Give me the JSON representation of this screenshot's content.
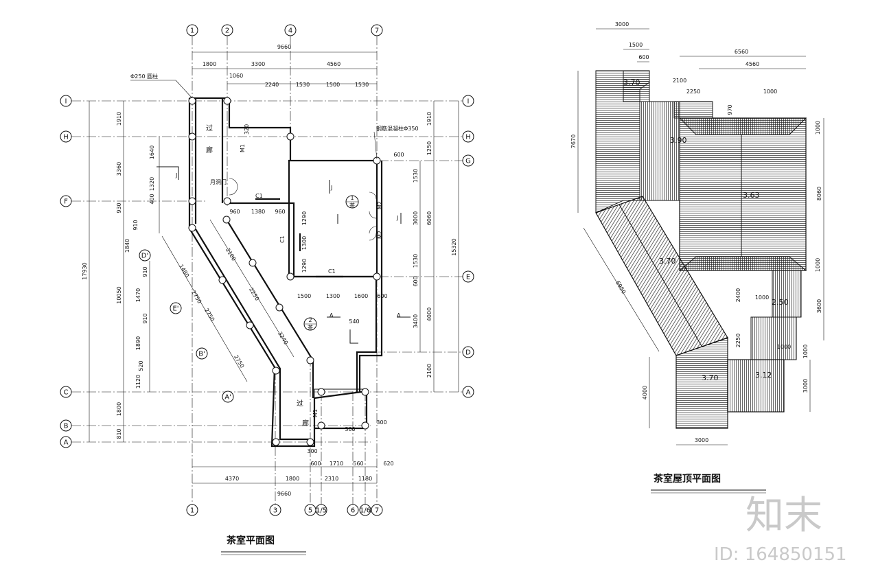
{
  "plan": {
    "title": "茶室平面图",
    "grid_top": [
      "1",
      "2",
      "4",
      "7"
    ],
    "grid_bottom": [
      "1",
      "3",
      "5",
      "1/5",
      "6",
      "1/6",
      "7"
    ],
    "grid_left": [
      "I",
      "H",
      "F",
      "C",
      "B",
      "A"
    ],
    "grid_right": [
      "I",
      "H",
      "G",
      "E",
      "D",
      "A"
    ],
    "diag_axes": [
      "D'",
      "E'",
      "B'",
      "A'"
    ],
    "top_overall": "9660",
    "top_dims": [
      "1800",
      "3300",
      "4560"
    ],
    "top_dims2": [
      "1060",
      "2240",
      "1530",
      "1500",
      "1530"
    ],
    "bottom_overall": "9660",
    "bottom_dims": [
      "4370",
      "1800",
      "600",
      "2310",
      "560",
      "1180"
    ],
    "bottom_small": [
      "300",
      "1710",
      "620"
    ],
    "left_overall": "17930",
    "left_dims": [
      "1910",
      "3360",
      "1320",
      "1640",
      "930",
      "400",
      "910",
      "1840",
      "910",
      "1470",
      "910",
      "1890",
      "520",
      "1120",
      "10050",
      "1800",
      "810"
    ],
    "right_overall": "15320",
    "right_dims": [
      "1910",
      "1250",
      "1530",
      "6060",
      "3000",
      "1530",
      "600",
      "3400",
      "4000",
      "2100"
    ],
    "inner_dims": [
      "960",
      "1380",
      "960",
      "1290",
      "1300",
      "1290",
      "1500",
      "1300",
      "1600",
      "600",
      "540",
      "600",
      "300",
      "300"
    ],
    "diag_dims": [
      "1480",
      "2750",
      "2250",
      "3240",
      "2750",
      "2750",
      "2100"
    ],
    "labels": {
      "column": "Φ250 圆柱",
      "column2": "钢筋混凝柱Φ350",
      "corridor_a": "过",
      "corridor_b": "廊",
      "corridor2_a": "过",
      "corridor2_b": "廊",
      "moon_door": "月洞门",
      "m1": "M1",
      "m2a": "M2",
      "m2b": "M2",
      "c1a": "C1",
      "c1b": "C1",
      "c1c": "C1",
      "sec_a": "A",
      "sec_a2": "A",
      "num1": "1",
      "num2": "2",
      "room1": "茶",
      "room2": "茶",
      "j1": "J",
      "j2": "J",
      "j3": "J",
      "small_320": "320",
      "m1b": "M1"
    }
  },
  "roof": {
    "title": "茶室屋顶平面图",
    "elevations": [
      "3.70",
      "3.90",
      "3.63",
      "3.70",
      "2.50",
      "3.70",
      "3.12"
    ],
    "dims": [
      "3000",
      "1500",
      "600",
      "6560",
      "4560",
      "2100",
      "2250",
      "1000",
      "970",
      "1000",
      "7670",
      "8060",
      "1000",
      "6950",
      "2400",
      "1000",
      "3600",
      "2250",
      "1000",
      "1000",
      "4000",
      "3000",
      "3000"
    ]
  },
  "watermark": {
    "brand": "知末",
    "id": "ID: 164850151"
  }
}
